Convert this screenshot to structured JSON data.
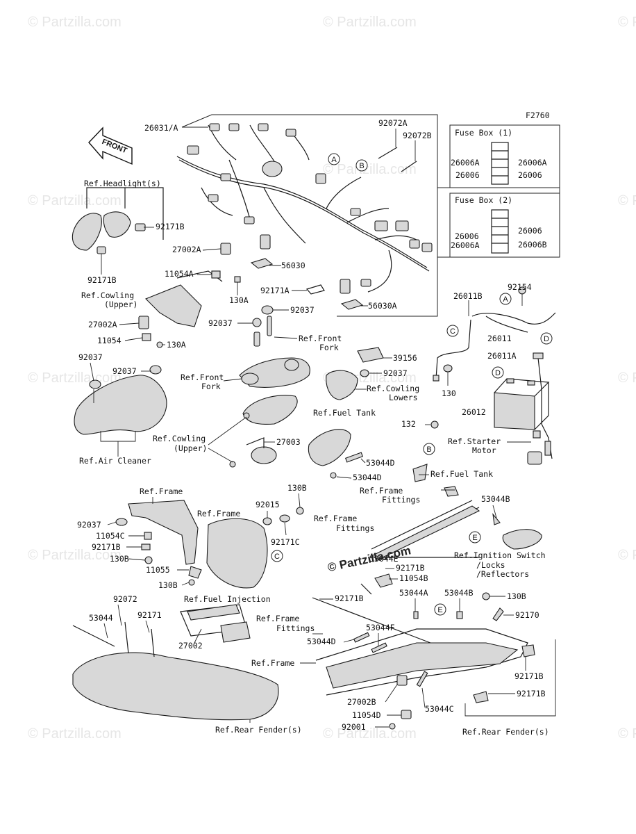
{
  "figure_code": "F2760",
  "watermarks": [
    "© Partzilla.com"
  ],
  "center_watermark": "© Partzilla.com",
  "front_arrow": "FRONT",
  "fuse_box_1": {
    "title": "Fuse Box (1)",
    "left": [
      "26006A",
      "26006"
    ],
    "right": [
      "26006A",
      "26006"
    ]
  },
  "fuse_box_2": {
    "title": "Fuse Box (2)",
    "left": [
      "26006",
      "26006A"
    ],
    "right": [
      "26006",
      "26006B"
    ]
  },
  "labels": {
    "p26031A": "26031/A",
    "p92072A": "92072A",
    "p92072B": "92072B",
    "p56030": "56030",
    "p56030A": "56030A",
    "refHeadlight": "Ref.Headlight(s)",
    "p92171B_a": "92171B",
    "p92171B_b": "92171B",
    "p27002A_a": "27002A",
    "p11054A": "11054A",
    "refCowlingUpper1": "Ref.Cowling",
    "refCowlingUpper1b": "(Upper)",
    "p130A_a": "130A",
    "p27002A_b": "27002A",
    "p11054": "11054",
    "p130A_b": "130A",
    "p92171A": "92171A",
    "p92037_a": "92037",
    "p92037_b": "92037",
    "refFrontFork1": "Ref.Front",
    "refFrontFork1b": "Fork",
    "p92154": "92154",
    "p26011B": "26011B",
    "p26011": "26011",
    "p26011A": "26011A",
    "p39156": "39156",
    "p92037_c": "92037",
    "p92037_d": "92037",
    "p92037_e": "92037",
    "refFrontFork2": "Ref.Front",
    "refFrontFork2b": "Fork",
    "refCowlingLowers": "Ref.Cowling",
    "refCowlingLowersb": "Lowers",
    "p130": "130",
    "p26012": "26012",
    "refFuelTank1": "Ref.Fuel Tank",
    "refAirCleaner": "Ref.Air Cleaner",
    "refCowlingUpper2": "Ref.Cowling",
    "refCowlingUpper2b": "(Upper)",
    "p27003": "27003",
    "p132": "132",
    "refStarterMotor": "Ref.Starter",
    "refStarterMotorb": "Motor",
    "p53044D_a": "53044D",
    "p53044D_b": "53044D",
    "refFuelTank2": "Ref.Fuel Tank",
    "refFrame1": "Ref.Frame",
    "p130B_a": "130B",
    "refFrameFittings1": "Ref.Frame",
    "refFrameFittings1b": "Fittings",
    "p92015": "92015",
    "refFrame2": "Ref.Frame",
    "p92037_f": "92037",
    "p11054C": "11054C",
    "p92171B_c": "92171B",
    "p92171C": "92171C",
    "p130B_b": "130B",
    "p11055": "11055",
    "p130B_c": "130B",
    "refFrameFittings2": "Ref.Frame",
    "refFrameFittings2b": "Fittings",
    "p53044B_a": "53044B",
    "p53044E": "53044E",
    "refIgnition": "Ref.Ignition Switch",
    "refIgnitionb": "/Locks",
    "refIgnitionc": "/Reflectors",
    "p92171B_d": "92171B",
    "p11054B": "11054B",
    "refFuelInjection": "Ref.Fuel Injection",
    "p92072": "92072",
    "p53044": "53044",
    "p92171": "92171",
    "p27002": "27002",
    "refFrameFittings3": "Ref.Frame",
    "refFrameFittings3b": "Fittings",
    "p92171B_e": "92171B",
    "p53044A": "53044A",
    "p53044B_b": "53044B",
    "p130B_d": "130B",
    "p92170": "92170",
    "p53044F": "53044F",
    "p53044D_c": "53044D",
    "refFrame3": "Ref.Frame",
    "p92171B_f": "92171B",
    "p27002B": "27002B",
    "p53044C": "53044C",
    "p92171B_g": "92171B",
    "p11054D": "11054D",
    "p92001": "92001",
    "refRearFender1": "Ref.Rear Fender(s)",
    "refRearFender2": "Ref.Rear Fender(s)"
  },
  "callouts": [
    "A",
    "B",
    "A",
    "B",
    "C",
    "C",
    "D",
    "D",
    "E",
    "E"
  ]
}
